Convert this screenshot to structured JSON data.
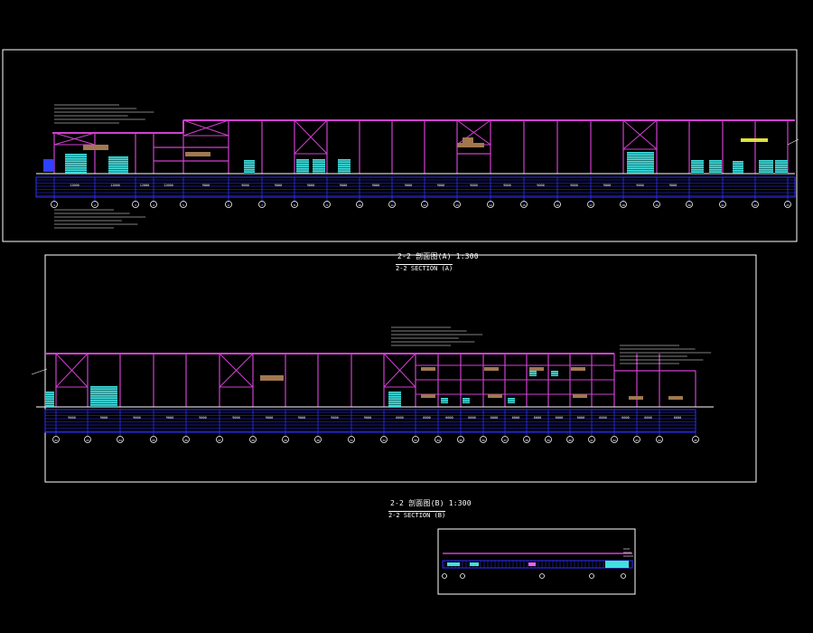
{
  "colors": {
    "background": "#000000",
    "frame": "#ffffff",
    "structure": "#d040d0",
    "grid": "#3030ff",
    "equipment": "#40e0e0",
    "boxes": "#a07850",
    "notes": "#ffffff",
    "highlight": "#e0e040"
  },
  "section_a": {
    "title": "2-2 剖面图(A) 1:300",
    "subtitle": "2-2 SECTION (A)",
    "axis_labels": [
      "1",
      "2",
      "3",
      "4",
      "5",
      "6",
      "7",
      "8",
      "9",
      "10",
      "11",
      "12",
      "13",
      "14",
      "15",
      "16",
      "17",
      "18",
      "19",
      "20",
      "21",
      "22"
    ],
    "bay_dims": [
      "12000",
      "12000",
      "12000",
      "12000",
      "9000",
      "9000",
      "9000",
      "9000",
      "9000",
      "9000",
      "9000",
      "9000",
      "9000",
      "9000",
      "9000",
      "9000",
      "9000",
      "9000",
      "9000"
    ]
  },
  "section_b": {
    "title": "2-2 剖面图(B) 1:300",
    "subtitle": "2-2 SECTION (B)",
    "axis_labels": [
      "22",
      "23",
      "24",
      "25",
      "26",
      "27",
      "28",
      "29",
      "30",
      "31",
      "32",
      "33",
      "34",
      "35",
      "36",
      "37",
      "38",
      "39",
      "40",
      "41",
      "42",
      "43",
      "44",
      "45"
    ],
    "bay_dims": [
      "9000",
      "9000",
      "9000",
      "9000",
      "9000",
      "9000",
      "9000",
      "9000",
      "9000",
      "9000",
      "6000",
      "6000",
      "6000",
      "6000",
      "6000",
      "6000",
      "6000",
      "6000",
      "6000",
      "6000",
      "6000",
      "6000",
      "6000",
      "12000"
    ]
  }
}
